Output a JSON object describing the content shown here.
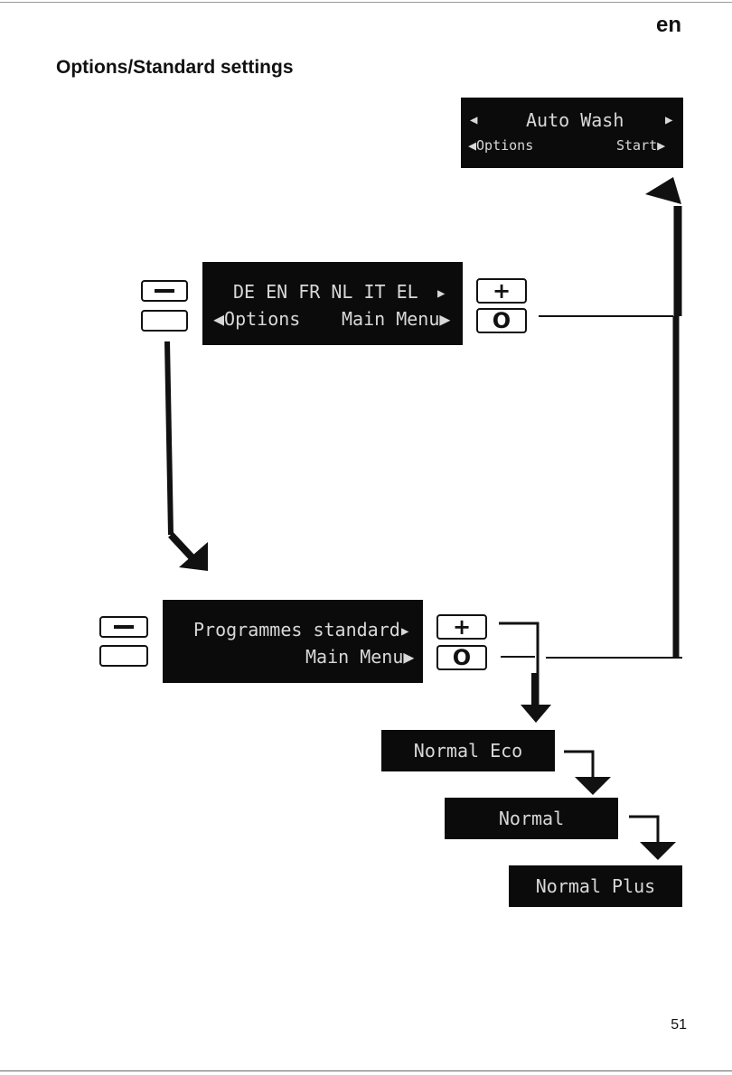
{
  "header": {
    "lang": "en",
    "title": "Options/Standard settings"
  },
  "footer": {
    "page_number": "51"
  },
  "displays": {
    "auto_wash": {
      "line1_left": "◀",
      "line1_text": "Auto Wash",
      "line1_right": "▶",
      "line2_left": "◀Options",
      "line2_right": "Start▶"
    },
    "languages": {
      "line1": "DE EN FR NL IT EL",
      "line1_right": "▶",
      "line2_left": "◀Options",
      "line2_right": "Main Menu▶"
    },
    "programmes": {
      "line1": "Programmes standard",
      "line1_right": "▶",
      "line2_right": "Main Menu▶"
    }
  },
  "keys": {
    "plus": "+",
    "ok": "O"
  },
  "selections": [
    "Normal Eco",
    "Normal",
    "Normal Plus"
  ]
}
